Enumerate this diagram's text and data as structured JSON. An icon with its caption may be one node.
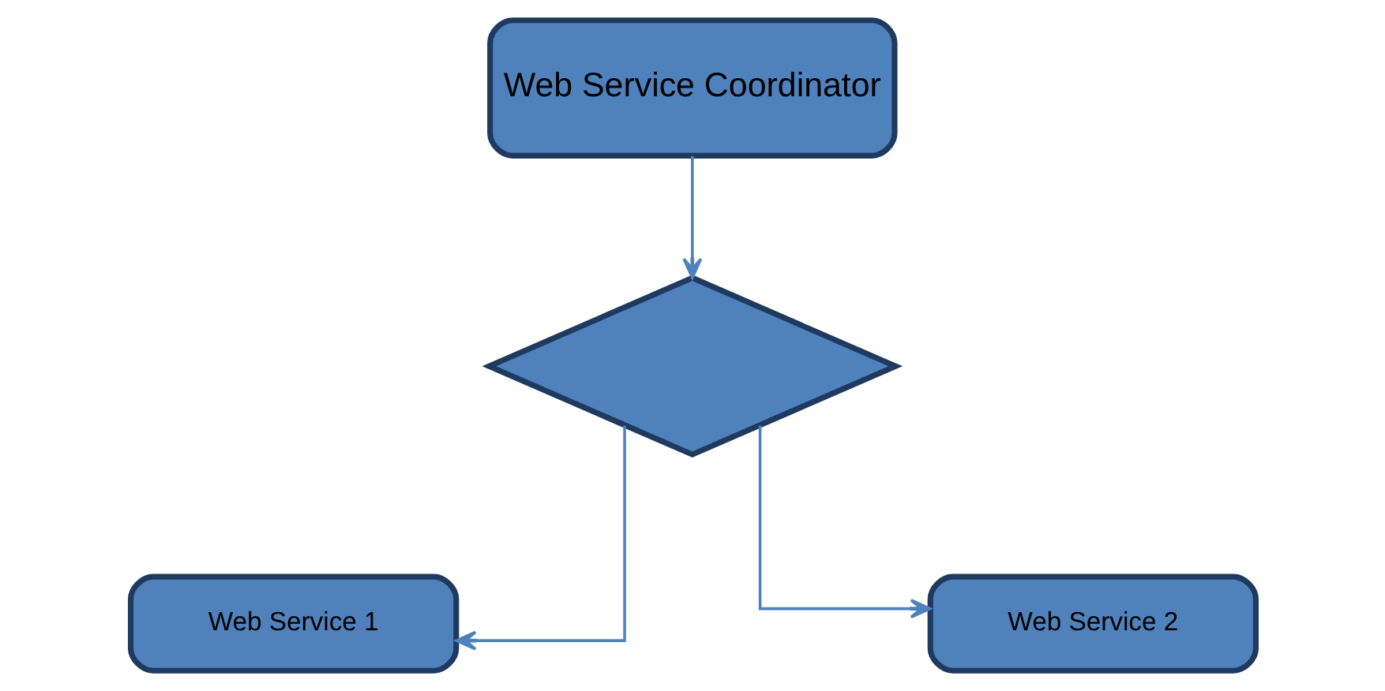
{
  "diagram": {
    "nodes": [
      {
        "text": [
          "Web Service Coordinator"
        ]
      },
      {
        "text": [],
        "shape": "diamond"
      },
      {
        "text": [
          "Web Service 1"
        ]
      },
      {
        "text": [
          "Web Service 2"
        ]
      }
    ],
    "edges": [
      {
        "from": 0,
        "to": 1,
        "arrow": "to"
      },
      {
        "from": 1,
        "to": 2,
        "arrow": "to"
      },
      {
        "from": 1,
        "to": 3,
        "arrow": "to"
      }
    ]
  }
}
